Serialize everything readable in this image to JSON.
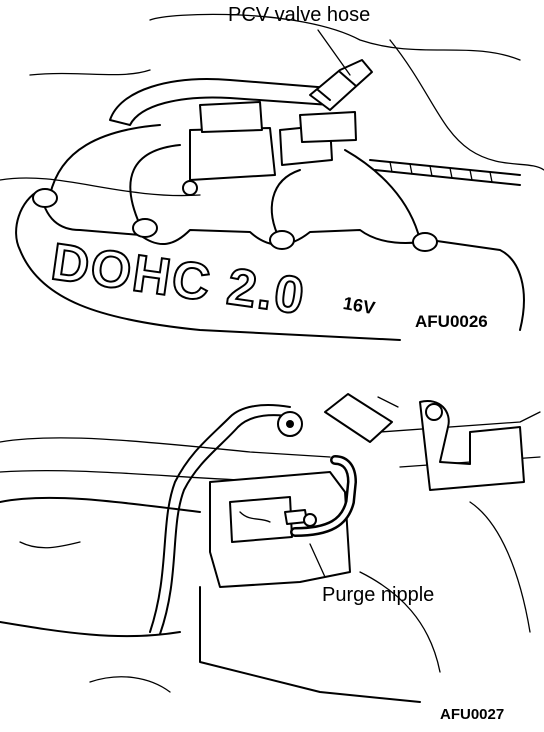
{
  "figures": [
    {
      "callout": "PCV valve hose",
      "engine_marking": "DOHC 2.0",
      "engine_sub_marking": "16V",
      "code": "AFU0026"
    },
    {
      "callout": "Purge nipple",
      "code": "AFU0027"
    }
  ],
  "colors": {
    "ink": "#000000",
    "paper": "#ffffff"
  }
}
